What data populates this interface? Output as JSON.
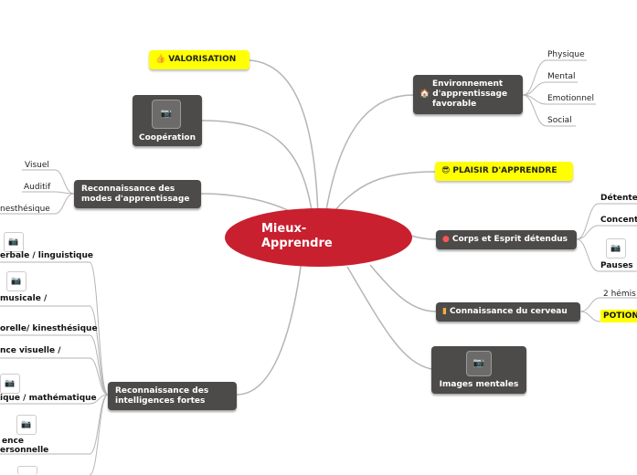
{
  "center": {
    "line1": "Mieux-",
    "line2": "Apprendre"
  },
  "right": {
    "env": {
      "line1": "Environnement",
      "line2": "d'apprentissage",
      "line3": "favorable",
      "icon": "house-icon",
      "children": [
        "Physique",
        "Mental",
        "Emotionnel",
        "Social"
      ]
    },
    "plaisir": {
      "label": "PLAISIR D'APPRENDRE",
      "icon": "sunglasses-icon"
    },
    "corps": {
      "label": "Corps et Esprit détendus",
      "icon": "devil-face-icon",
      "children": [
        "Détente",
        "Concent",
        "Pauses"
      ]
    },
    "cerveau": {
      "label": "Connaissance du cerveau",
      "icon": "note-icon",
      "children": [
        "2 hémis",
        "POTION"
      ]
    },
    "images": {
      "label": "Images mentales"
    }
  },
  "left": {
    "valorisation": {
      "label": "VALORISATION",
      "icon": "thumbs-up-icon"
    },
    "cooperation": {
      "label": "Coopération"
    },
    "modes": {
      "line1": "Reconnaissance des",
      "line2": "modes d'apprentissage",
      "children": [
        "Visuel",
        "Auditif",
        "nesthésique"
      ]
    },
    "intelligences": {
      "line1": "Reconnaissance des",
      "line2": "intelligences fortes",
      "children": [
        "erbale / linguistique",
        "musicale /",
        "orelle/ kinesthésique",
        "nce visuelle /",
        "ique / mathématique",
        "ence",
        "ersonnelle"
      ]
    }
  },
  "colors": {
    "center": "#c8202f",
    "node": "#4d4b49",
    "highlight": "#ffff00",
    "link": "#b5b5b5"
  }
}
